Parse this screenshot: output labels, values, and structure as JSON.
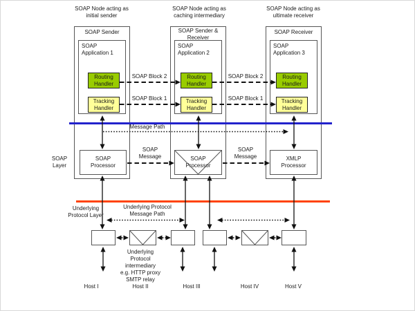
{
  "nodes": [
    {
      "caption": "SOAP Node acting as\ninitial sender",
      "title": "SOAP Sender",
      "app": "SOAP\nApplication 1",
      "routing": "Routing\nHandler",
      "tracking": "Tracking\nHandler",
      "processor": "SOAP\nProcessor"
    },
    {
      "caption": "SOAP Node acting as\ncaching intermediary",
      "title": "SOAP Sender &\nReceiver",
      "app": "SOAP\nApplication 2",
      "routing": "Routing\nHandler",
      "tracking": "Tracking\nHandler",
      "processor": "SOAP\nProcessor"
    },
    {
      "caption": "SOAP Node acting as\nultimate receiver",
      "title": "SOAP Receiver",
      "app": "SOAP\nApplication 3",
      "routing": "Routing\nHandler",
      "tracking": "Tracking\nHandler",
      "processor": "XMLP\nProcessor"
    }
  ],
  "labels": {
    "soap_block_2": "SOAP Block 2",
    "soap_block_1": "SOAP Block 1",
    "message_path": "Message Path",
    "soap_layer": "SOAP\nLayer",
    "soap_message": "SOAP\nMessage",
    "underlying_protocol_layer": "Underlying\nProtocol Layer",
    "underlying_protocol_message_path": "Underlying Protocol\nMessage Path",
    "underlying_protocol_intermediary": "Underlying\nProtocol\nintermediary\ne.g. HTTP proxy\nSMTP relay"
  },
  "hosts": [
    "Host I",
    "Host II",
    "Host III",
    "Host IV",
    "Host V"
  ],
  "colors": {
    "routing_handler": "#99CC00",
    "tracking_handler": "#FFFF99",
    "soap_message_path_line": "#2222CC",
    "underlying_protocol_line": "#FF4200"
  }
}
